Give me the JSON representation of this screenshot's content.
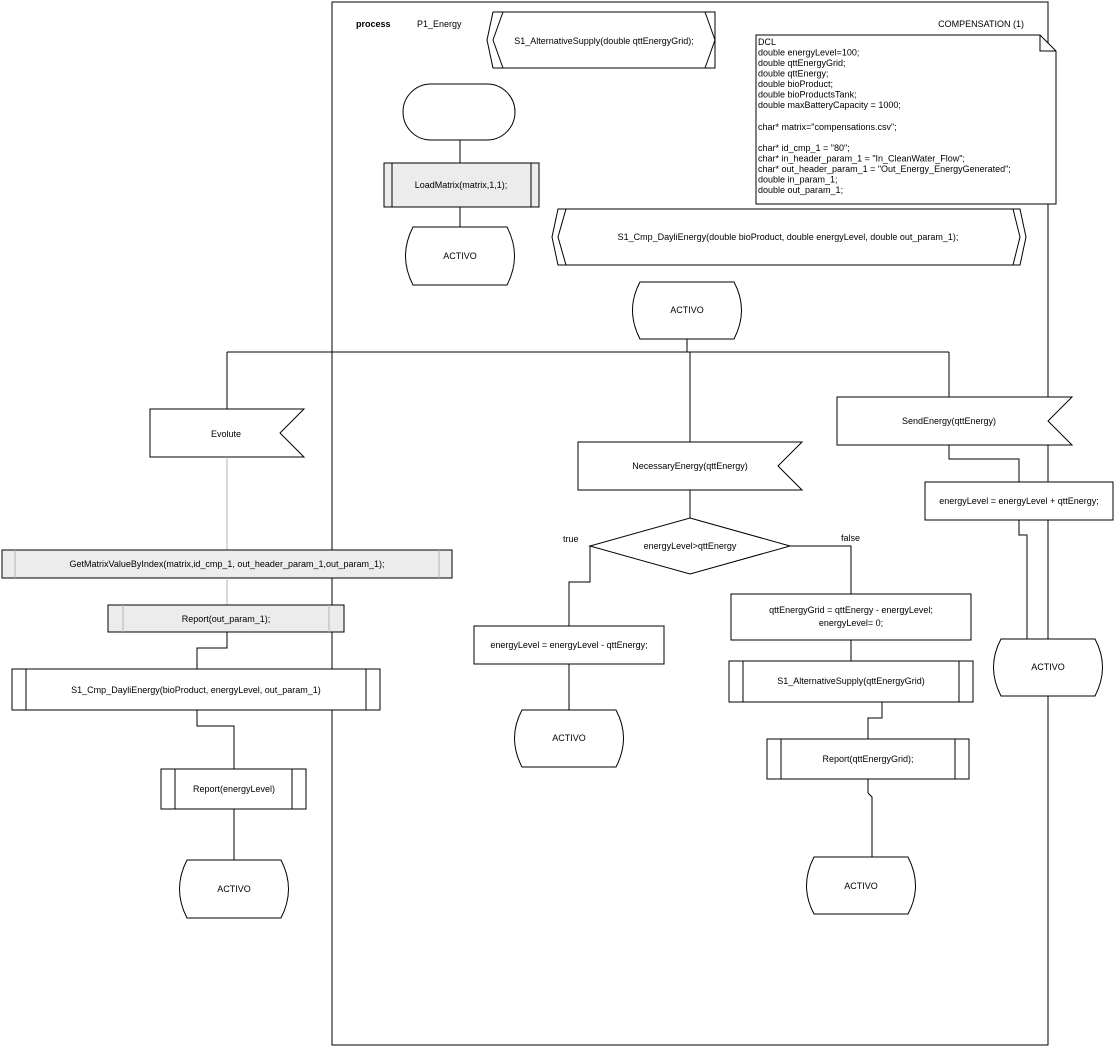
{
  "header": {
    "keyword": "process",
    "name": "P1_Energy",
    "type_label": "COMPENSATION (1)",
    "procedure_signature": "S1_AlternativeSupply(double qttEnergyGrid);"
  },
  "dcl": {
    "lines": [
      "DCL",
      "double energyLevel=100;",
      "double qttEnergyGrid;",
      "double qttEnergy;",
      "double bioProduct;",
      "double bioProductsTank;",
      "double maxBatteryCapacity = 1000;",
      "",
      "char* matrix=\"compensations.csv\";",
      "",
      "char* id_cmp_1 = \"80\";",
      "char* in_header_param_1 = \"In_CleanWater_Flow\";",
      "char* out_header_param_1 = \"Out_Energy_EnergyGenerated\";",
      "double in_param_1;",
      "double out_param_1;"
    ]
  },
  "start_block": {
    "load_matrix": "LoadMatrix(matrix,1,1);",
    "state": "ACTIVO"
  },
  "procedure_def": "S1_Cmp_DayliEnergy(double bioProduct, double energyLevel, double out_param_1);",
  "main_state": "ACTIVO",
  "branch_evolute": {
    "signal": "Evolute",
    "get_matrix": "GetMatrixValueByIndex(matrix,id_cmp_1, out_header_param_1,out_param_1);",
    "report1": "Report(out_param_1);",
    "call": "S1_Cmp_DayliEnergy(bioProduct, energyLevel, out_param_1)",
    "report2": "Report(energyLevel)",
    "state": "ACTIVO"
  },
  "branch_necessary": {
    "signal": "NecessaryEnergy(qttEnergy)",
    "decision": "energyLevel>qttEnergy",
    "true_label": "true",
    "false_label": "false",
    "true_task": "energyLevel = energyLevel - qttEnergy;",
    "true_state": "ACTIVO",
    "false_task_line1": "qttEnergyGrid = qttEnergy - energyLevel;",
    "false_task_line2": "energyLevel= 0;",
    "false_call": "S1_AlternativeSupply(qttEnergyGrid)",
    "false_report": "Report(qttEnergyGrid);",
    "false_state": "ACTIVO"
  },
  "branch_send": {
    "signal": "SendEnergy(qttEnergy)",
    "task": "energyLevel = energyLevel + qttEnergy;",
    "state": "ACTIVO"
  }
}
